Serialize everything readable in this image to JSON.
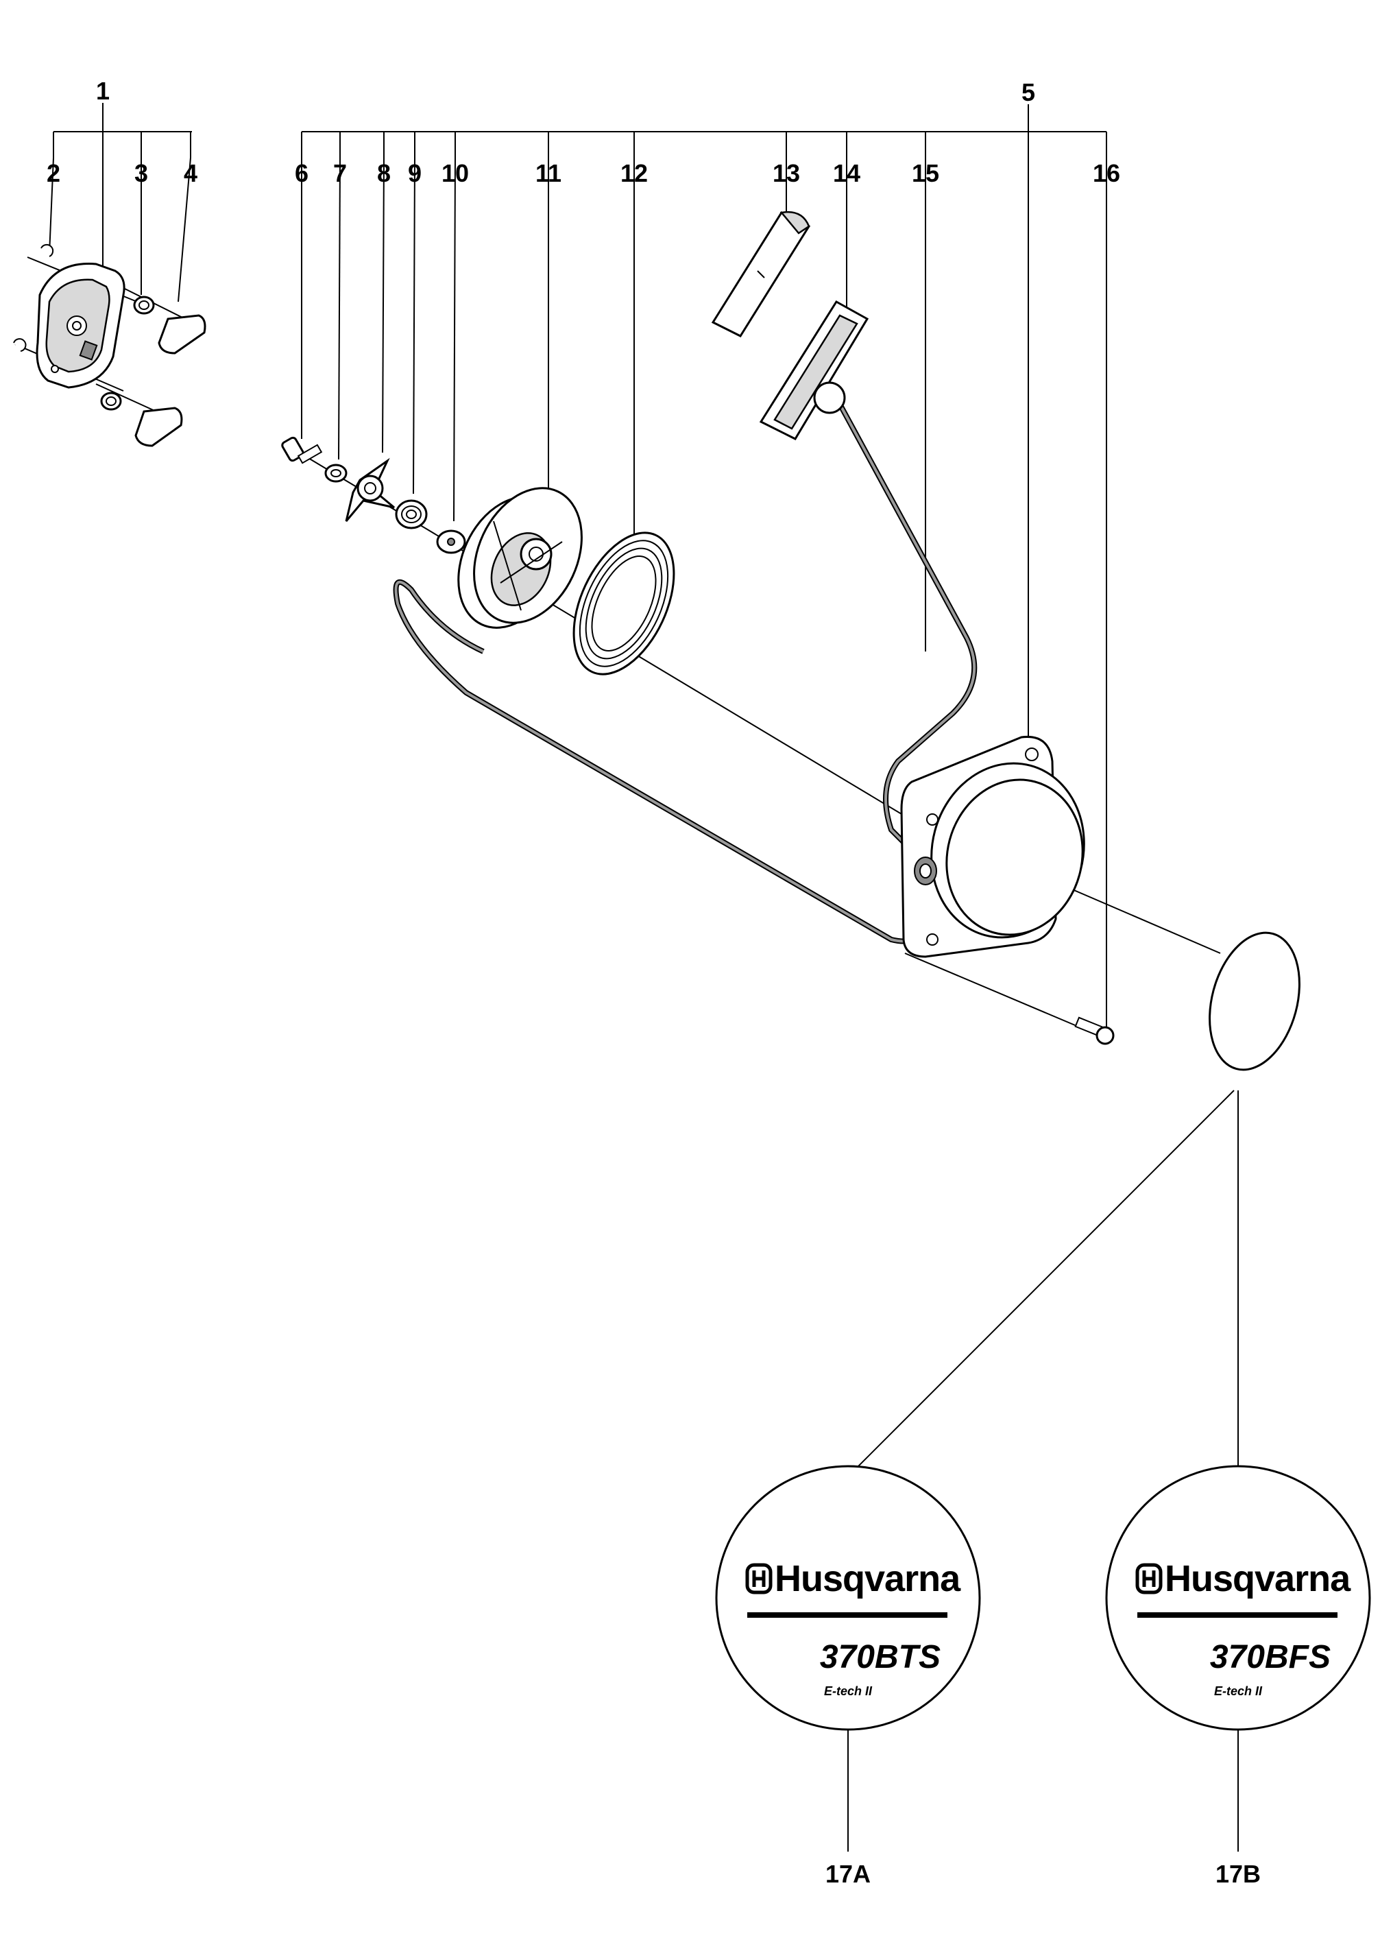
{
  "callouts": {
    "c1": "1",
    "c2": "2",
    "c3": "3",
    "c4": "4",
    "c5": "5",
    "c6": "6",
    "c7": "7",
    "c8": "8",
    "c9": "9",
    "c10": "10",
    "c11": "11",
    "c12": "12",
    "c13": "13",
    "c14": "14",
    "c15": "15",
    "c16": "16",
    "c17a": "17A",
    "c17b": "17B"
  },
  "decals": {
    "a": {
      "brand": "Husqvarna",
      "model": "370BTS",
      "tag": "E-tech II"
    },
    "b": {
      "brand": "Husqvarna",
      "model": "370BFS",
      "tag": "E-tech II"
    }
  },
  "colors": {
    "line": "#000000",
    "background": "#ffffff",
    "shade": "#d9d9d9",
    "rope": "#9a9a9a"
  }
}
